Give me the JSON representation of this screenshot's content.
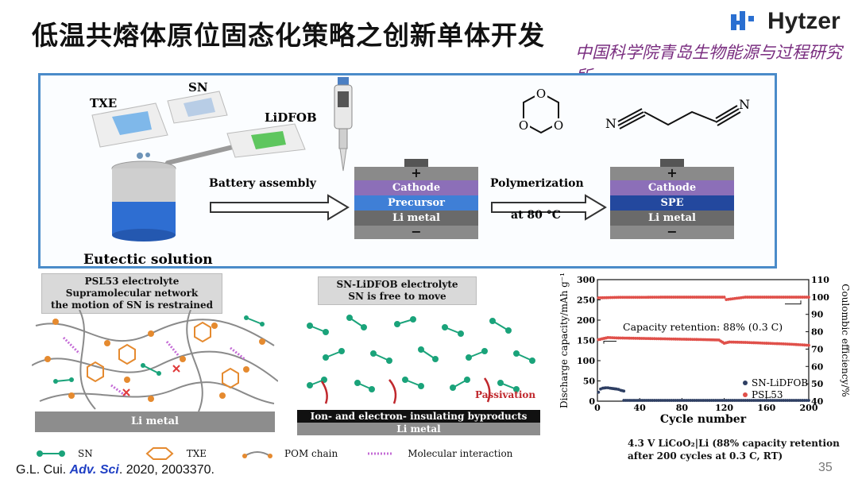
{
  "title": "低温共熔体原位固态化策略之创新单体开发",
  "brand": {
    "name": "Hytzer",
    "institute": "中国科学院青岛生物能源与过程研究所"
  },
  "scheme": {
    "labels": {
      "txe": "TXE",
      "sn": "SN",
      "lidfob": "LiDFOB",
      "eutectic": "Eutectic solution"
    },
    "step1": "Battery assembly",
    "step2": "Polymerization",
    "step2_temp": "at 80 °C",
    "cell1_layers": [
      "Cathode",
      "Precursor",
      "Li metal"
    ],
    "cell2_layers": [
      "Cathode",
      "SPE",
      "Li metal"
    ],
    "plus": "+",
    "minus": "−",
    "mol_atoms": {
      "o": "O",
      "n": "N"
    }
  },
  "psl_panel": {
    "caption_lines": [
      "PSL53 electrolyte",
      "Supramolecular network",
      "the motion of SN is restrained"
    ],
    "base": "Li metal"
  },
  "sn_panel": {
    "caption_lines": [
      "SN-LiDFOB electrolyte",
      "SN is free to move"
    ],
    "passivation": "Passivation",
    "byproducts": "Ion- and electron- insulating byproducts",
    "base": "Li metal"
  },
  "legend": {
    "sn": "SN",
    "txe": "TXE",
    "pom": "POM chain",
    "interaction": "Molecular interaction"
  },
  "chart_caption_lines": [
    "4.3 V LiCoO₂|Li (88% capacity retention",
    "after 200 cycles at 0.3 C, RT)"
  ],
  "chart_data": {
    "type": "scatter",
    "xlabel": "Cycle number",
    "ylabel": "Discharge capacity/mAh g⁻¹",
    "y2label": "Coulombic efficiency/%",
    "xlim": [
      0,
      200
    ],
    "ylim": [
      0,
      300
    ],
    "y2lim": [
      40,
      110
    ],
    "xticks": [
      0,
      40,
      80,
      120,
      160,
      200
    ],
    "yticks": [
      0,
      50,
      100,
      150,
      200,
      250,
      300
    ],
    "y2ticks": [
      40,
      50,
      60,
      70,
      80,
      90,
      100,
      110
    ],
    "annotation": "Capacity retention: 88% (0.3 C)",
    "legend_position": "bottom-right",
    "series": [
      {
        "name": "SN-LiDFOB",
        "color": "#2e3f63",
        "axis": "left",
        "x": [
          1,
          3,
          5,
          8,
          10,
          12,
          15,
          18,
          20,
          22,
          25
        ],
        "y": [
          22,
          30,
          32,
          33,
          33,
          32,
          31,
          30,
          29,
          27,
          25
        ]
      },
      {
        "name": "SN-LiDFOB",
        "color": "#2e3f63",
        "axis": "left",
        "x": [
          25,
          50,
          100,
          150,
          200
        ],
        "y": [
          2,
          2,
          2,
          2,
          2
        ],
        "hidden_legend": true
      },
      {
        "name": "PSL53",
        "color": "#e0504a",
        "axis": "left",
        "x": [
          1,
          10,
          20,
          40,
          60,
          80,
          100,
          115,
          120,
          125,
          140,
          160,
          180,
          200
        ],
        "y": [
          152,
          157,
          156,
          155,
          154,
          153,
          152,
          151,
          143,
          146,
          145,
          143,
          141,
          138
        ]
      },
      {
        "name": "PSL53",
        "color": "#e0504a",
        "axis": "right",
        "x": [
          1,
          20,
          40,
          60,
          80,
          100,
          120,
          122,
          140,
          160,
          180,
          200
        ],
        "y": [
          99.5,
          99.8,
          99.8,
          99.9,
          99.9,
          99.9,
          99.9,
          98.5,
          99.9,
          99.9,
          99.9,
          99.9
        ],
        "hidden_legend": true
      }
    ]
  },
  "citation": {
    "author": "G.L. Cui. ",
    "journal": "Adv. Sci",
    "rest": ". 2020, 2003370."
  },
  "page_number": "35"
}
